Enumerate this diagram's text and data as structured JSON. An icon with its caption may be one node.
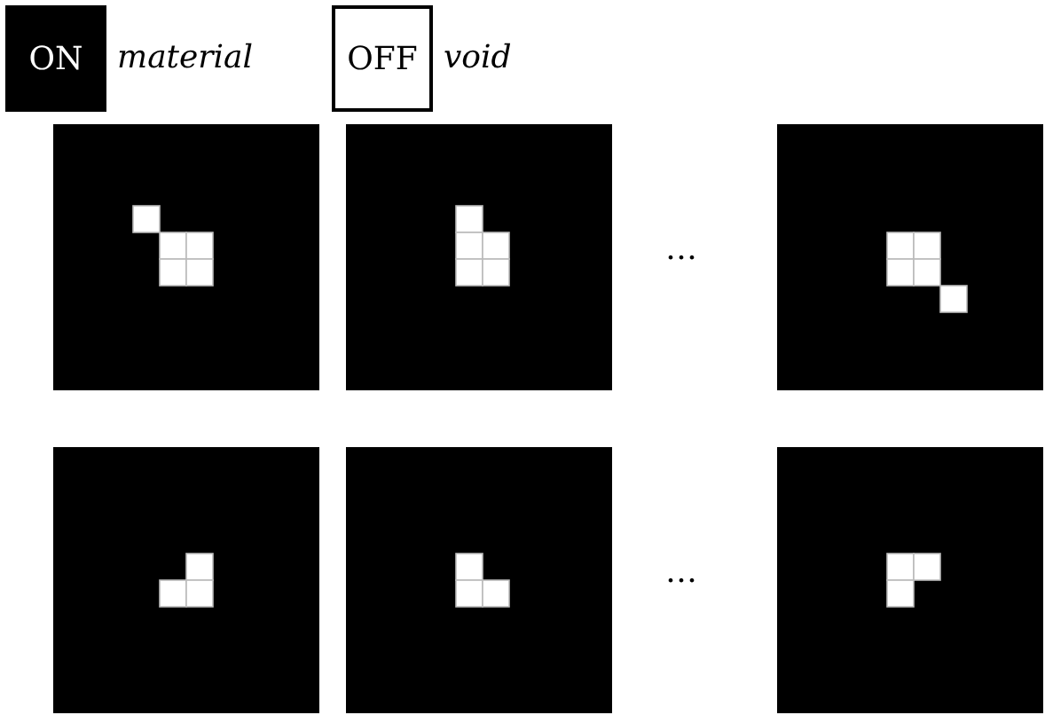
{
  "diagram": {
    "nodes": [
      {
        "text": [
          "ON"
        ],
        "beside": [
          "material"
        ]
      },
      {
        "text": [
          "OFF"
        ],
        "beside": [
          "void"
        ]
      }
    ],
    "labels": [
      "…",
      "…"
    ]
  }
}
